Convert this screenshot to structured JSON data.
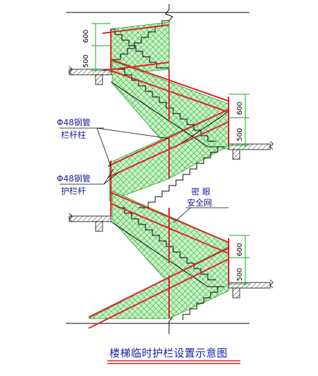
{
  "labels": {
    "pipe_post": "Φ48钢管",
    "pipe_post_sub": "栏杆柱",
    "pipe_rail": "Φ48钢管",
    "pipe_rail_sub": "护栏杆",
    "net_top": "密  眼",
    "net_sub": "安全网"
  },
  "dimensions": {
    "d600": "600",
    "d500": "500"
  },
  "caption": "楼梯临时护栏设置示意图",
  "colors": {
    "rail": "#e0202a",
    "net": "#1aa01a",
    "net_bg": "#c8f2c8",
    "dim_line": "#11aa11",
    "structure": "#000000",
    "text": "#1a1aa0"
  }
}
